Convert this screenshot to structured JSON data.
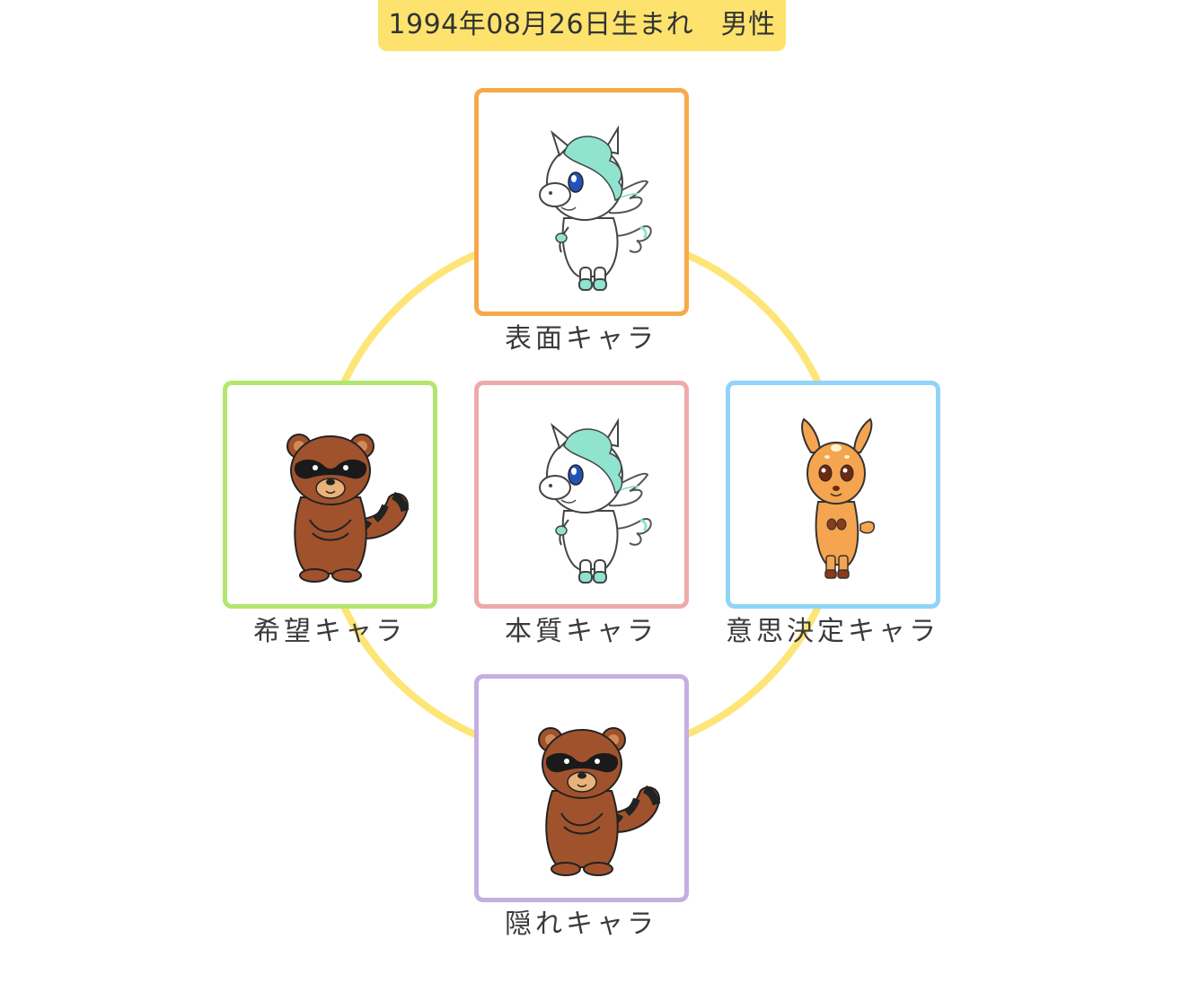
{
  "header": {
    "birth_info": "1994年08月26日生まれ　男性"
  },
  "colors": {
    "header_bg": "#fde36e",
    "ring": "#fde577",
    "surface_border": "#f7a94a",
    "wish_border": "#b3e66e",
    "essence_border": "#eeaaaa",
    "decision_border": "#90d4f7",
    "hidden_border": "#c7aee0"
  },
  "cards": {
    "surface": {
      "label": "表面キャラ",
      "character_icon": "pegasus-icon"
    },
    "wish": {
      "label": "希望キャラ",
      "character_icon": "tanuki-icon"
    },
    "essence": {
      "label": "本質キャラ",
      "character_icon": "pegasus-icon"
    },
    "decision": {
      "label": "意思決定キャラ",
      "character_icon": "fawn-icon"
    },
    "hidden": {
      "label": "隠れキャラ",
      "character_icon": "tanuki-icon"
    }
  }
}
